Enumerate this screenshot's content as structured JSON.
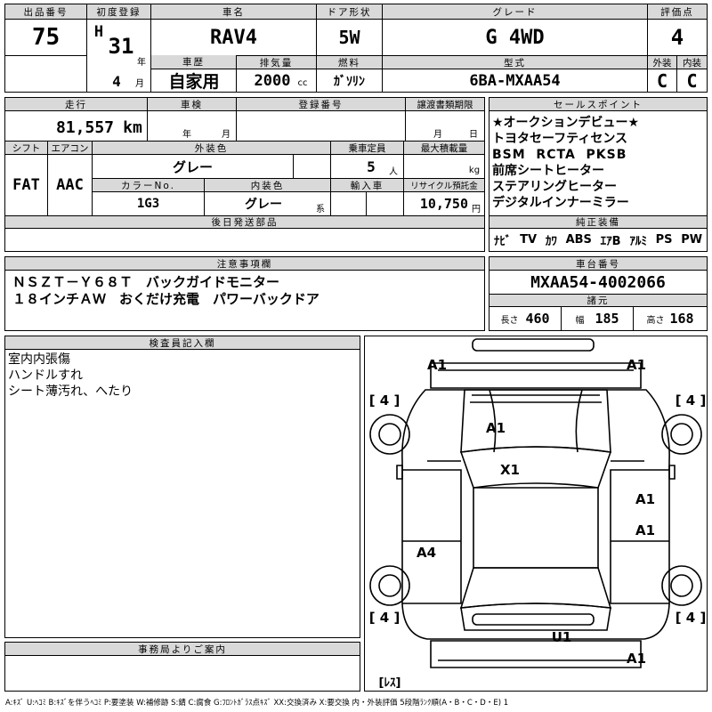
{
  "top": {
    "lot_no_label": "出品番号",
    "lot_no": "75",
    "first_reg_label": "初度登録",
    "era": "H",
    "year": "31",
    "year_unit": "年",
    "month": "4",
    "month_unit": "月",
    "name_label": "車名",
    "name": "RAV4",
    "door_label": "ドア形状",
    "door": "5W",
    "grade_label": "グレード",
    "grade": "G 4WD",
    "score_label": "評価点",
    "score": "4",
    "history_label": "車歴",
    "history": "自家用",
    "displacement_label": "排気量",
    "displacement": "2000",
    "displacement_unit": "cc",
    "fuel_label": "燃料",
    "fuel": "ｶﾞｿﾘﾝ",
    "model_label": "型式",
    "model": "6BA-MXAA54",
    "exterior_label": "外装",
    "exterior": "C",
    "interior_label": "内装",
    "interior": "C"
  },
  "mid": {
    "mileage_label": "走行",
    "mileage": "81,557",
    "mileage_unit": "km",
    "inspection_label": "車検",
    "insp_year_unit": "年",
    "insp_month_unit": "月",
    "reg_no_label": "登録番号",
    "transfer_label": "譲渡書類期限",
    "transfer_month": "月",
    "transfer_day": "日",
    "shift_label": "シフト",
    "shift": "FAT",
    "ac_label": "エアコン",
    "ac": "AAC",
    "ext_color_label": "外装色",
    "ext_color": "グレー",
    "capacity_label": "乗車定員",
    "capacity": "5",
    "capacity_unit": "人",
    "load_label": "最大積載量",
    "load_unit": "kg",
    "color_no_label": "カラーNo.",
    "color_no": "1G3",
    "int_color_label": "内装色",
    "int_color": "グレー",
    "int_color_suffix": "系",
    "import_label": "輸入車",
    "recycle_label": "リサイクル預託金",
    "recycle": "10,750",
    "recycle_unit": "円",
    "later_label": "後日発送部品"
  },
  "sales": {
    "label": "セールスポイント",
    "lines": [
      "★オークションデビュー★",
      "トヨタセーフティセンス",
      "BSM  RCTA  PKSB",
      "前席シートヒーター",
      "ステアリングヒーター",
      "デジタルインナーミラー"
    ],
    "equip_label": "純正装備",
    "equip": [
      "ﾅﾋﾞ",
      "TV",
      "ｶﾜ",
      "ABS",
      "ｴｱB",
      "ｱﾙﾐ",
      "PS",
      "PW"
    ]
  },
  "notes": {
    "label": "注意事項欄",
    "line1": "ＮＳＺＴ－Ｙ６８Ｔ　バックガイドモニター",
    "line2": "１８インチＡＷ　おくだけ充電　パワーバックドア"
  },
  "chassis": {
    "label": "車台番号",
    "number": "MXAA54-4002066",
    "spec_label": "諸元",
    "length_label": "長さ",
    "length": "460",
    "width_label": "幅",
    "width": "185",
    "height_label": "高さ",
    "height": "168"
  },
  "inspector": {
    "label": "検査員記入欄",
    "lines": [
      "室内内張傷",
      "ハンドルすれ",
      "シート薄汚れ、へたり"
    ]
  },
  "office": {
    "label": "事務局よりご案内"
  },
  "diagram": {
    "marks": {
      "front_left": "A1",
      "front_right": "A1",
      "bonnet": "A1",
      "roof": "X1",
      "right_front_door": "A1",
      "right_rear_door": "A1",
      "left_rear_door": "A4",
      "rear_bumper_center": "U1",
      "rear_right": "A1"
    },
    "tires": [
      "[ 4 ]",
      "[ 4 ]",
      "[ 4 ]",
      "[ 4 ]"
    ],
    "spare": "[ﾚｽ]"
  },
  "legend": "A:ｷｽﾞ  U:ﾍｺﾐ  B:ｷｽﾞを伴うﾍｺﾐ  P:要塗装  W:補修跡  S:錆  C:腐食  G:ﾌﾛﾝﾄｶﾞﾗｽ点ｷｽﾞ  XX:交換済み  X:要交換  内・外装評価  5段階ﾗﾝｸ順(A・B・C・D・E)  1"
}
